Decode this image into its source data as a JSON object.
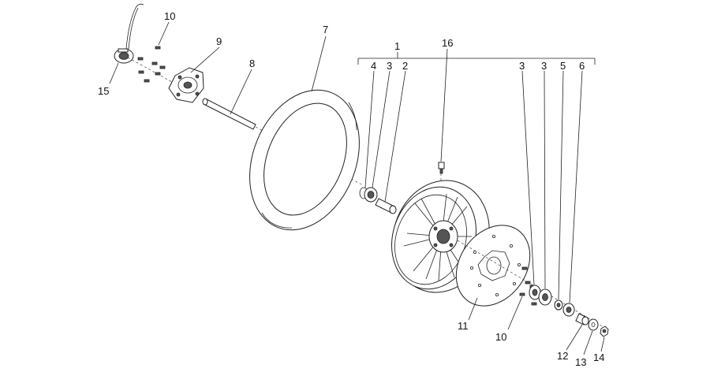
{
  "diagram": {
    "callouts": {
      "c1": "1",
      "c2": "2",
      "c3a": "3",
      "c3b": "3",
      "c3c": "3",
      "c4": "4",
      "c5": "5",
      "c6": "6",
      "c7": "7",
      "c8": "8",
      "c9": "9",
      "c10a": "10",
      "c10b": "10",
      "c11": "11",
      "c12": "12",
      "c13": "13",
      "c14": "14",
      "c15": "15",
      "c16": "16"
    }
  }
}
